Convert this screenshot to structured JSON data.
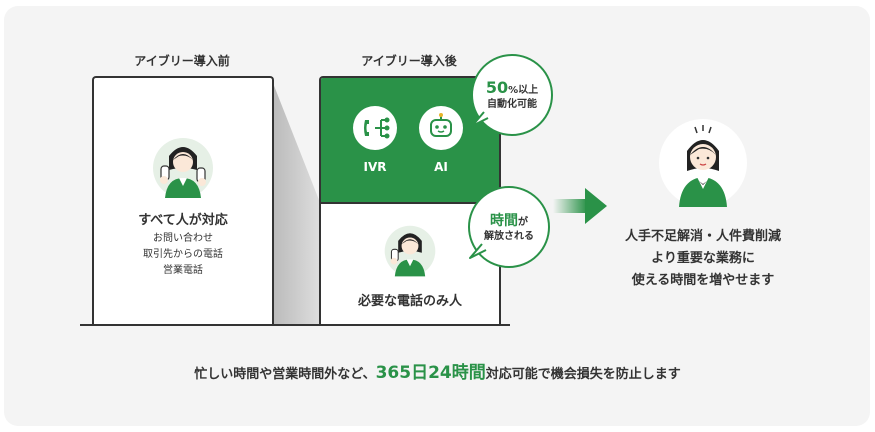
{
  "before": {
    "title": "アイブリー導入前",
    "main": "すべて人が対応",
    "items": [
      "お問い合わせ",
      "取引先からの電話",
      "営業電話"
    ]
  },
  "after": {
    "title": "アイブリー導入後",
    "ivr": "IVR",
    "ai": "AI",
    "bottom": "必要な電話のみ人",
    "bubble1": {
      "big": "50",
      "unit": "%以上",
      "small": "自動化可能"
    },
    "bubble2": {
      "big": "時間",
      "unit": "が",
      "small": "解放される"
    }
  },
  "result": {
    "lines": [
      "人手不足解消・人件費削減",
      "より重要な業務に",
      "使える時間を増やせます"
    ]
  },
  "footer": {
    "pre": "忙しい時間や営業時間外など、",
    "highlight": "365日24時間",
    "post": "対応可能で機会損失を防止します"
  },
  "colors": {
    "accent": "#2a9248",
    "card_bg": "#f4f4f4"
  }
}
